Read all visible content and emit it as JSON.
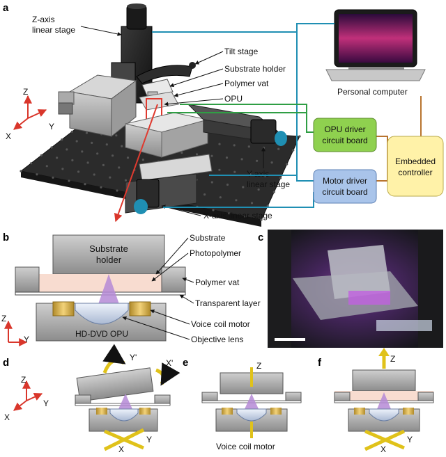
{
  "panels": {
    "a": "a",
    "b": "b",
    "c": "c",
    "d": "d",
    "e": "e",
    "f": "f"
  },
  "panel_a": {
    "labels": {
      "z_stage_1": "Z-axis",
      "z_stage_2": "linear stage",
      "tilt_stage": "Tilt stage",
      "substrate_holder": "Substrate holder",
      "polymer_vat": "Polymer vat",
      "opu": "OPU",
      "y_stage_1": "Y-axis",
      "y_stage_2": "linear stage",
      "x_stage": "X-axis linear stage",
      "personal_computer": "Personal computer"
    },
    "boxes": {
      "opu_driver_1": "OPU driver",
      "opu_driver_2": "circuit board",
      "motor_driver_1": "Motor driver",
      "motor_driver_2": "circuit board",
      "embedded_1": "Embedded",
      "embedded_2": "controller"
    },
    "axes": {
      "z": "Z",
      "x": "X",
      "y": "Y"
    },
    "colors": {
      "opu_box": "#8fd14f",
      "motor_box": "#a9c4ea",
      "embedded_box": "#fff2a8",
      "cable_teal": "#1f8fb3",
      "cable_green": "#2f9e44",
      "cable_orange": "#b8742f",
      "laser_red": "#e03a2f"
    }
  },
  "panel_b": {
    "labels": {
      "substrate_holder_1": "Substrate",
      "substrate_holder_2": "holder",
      "hd_dvd_opu": "HD-DVD OPU",
      "substrate": "Substrate",
      "photopolymer": "Photopolymer",
      "polymer_vat": "Polymer vat",
      "transparent_layer": "Transparent layer",
      "voice_coil_motor": "Voice coil motor",
      "objective_lens": "Objective lens"
    },
    "axes": {
      "z": "Z",
      "y": "Y"
    }
  },
  "panel_d": {
    "axes": {
      "z": "Z",
      "x": "X",
      "y": "Y"
    },
    "rot_y": "Y'",
    "rot_x": "X'",
    "move_y": "Y",
    "move_x": "X"
  },
  "panel_e": {
    "z": "Z",
    "caption": "Voice coil motor"
  },
  "panel_f": {
    "z": "Z",
    "y": "Y",
    "x": "X"
  }
}
